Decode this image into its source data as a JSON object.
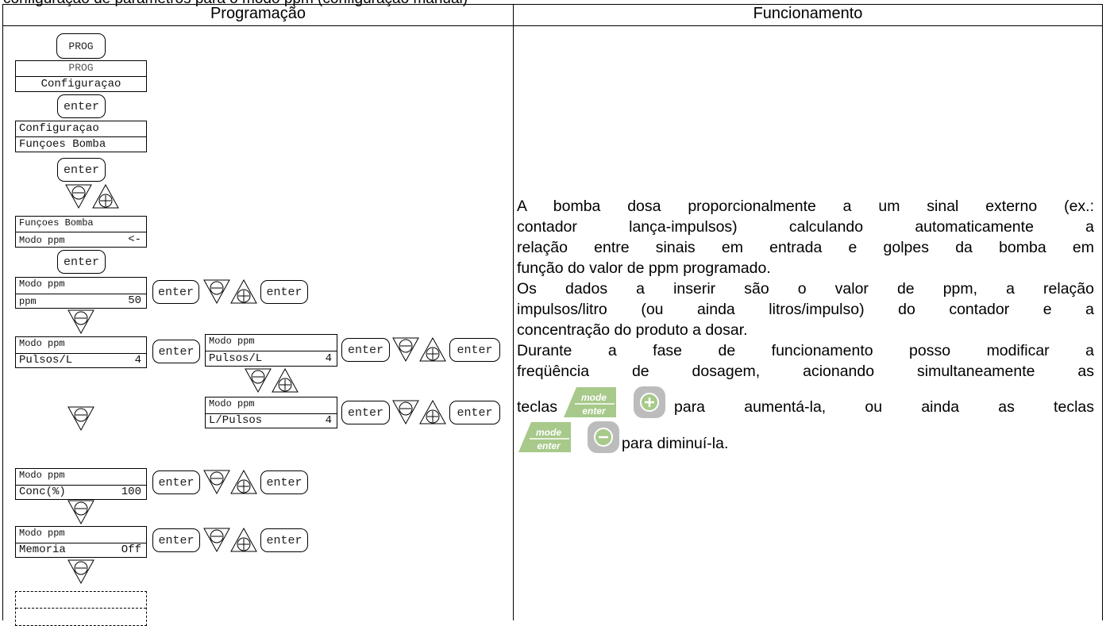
{
  "page": {
    "cut_text": "configuração de parâmetros para o modo ppm (configuração manual)"
  },
  "table": {
    "col_left_header": "Programação",
    "col_right_header": "Funcionamento"
  },
  "buttons": {
    "prog": "PROG",
    "enter": "enter"
  },
  "displays": {
    "d1": {
      "line1": "PROG",
      "line2": "Configuraçao"
    },
    "d2": {
      "line1": "Configuraçao",
      "line2": "Funçoes Bomba"
    },
    "d3": {
      "line1": "Funçoes Bomba",
      "line2": "Modo ppm",
      "value": "<-"
    },
    "d4": {
      "line1": "Modo ppm",
      "line2": "ppm",
      "value": "50"
    },
    "d5": {
      "line1": "Modo ppm",
      "line2": "Pulsos/L",
      "value": "4"
    },
    "d6": {
      "line1": "Modo ppm",
      "line2": "Pulsos/L",
      "value": "4"
    },
    "d7": {
      "line1": "Modo ppm",
      "line2": "L/Pulsos",
      "value": "4"
    },
    "d8": {
      "line1": "Modo ppm",
      "line2": "Conc(%)",
      "value": "100"
    },
    "d9": {
      "line1": "Modo ppm",
      "line2": "Memoria",
      "value": "Off"
    }
  },
  "description": {
    "lines": [
      "A bomba dosa proporcionalmente a um sinal externo (ex.:",
      "contador lança-impulsos) calculando automaticamente a",
      "relação entre sinais em entrada e golpes da bomba em",
      "função do valor de ppm programado.",
      "Os dados a inserir são o valor de ppm, a relação",
      "impulsos/litro (ou ainda litros/impulso) do contador e a",
      "concentração do produto a dosar.",
      "Durante a fase de funcionamento posso modificar a",
      "freqüência de dosagem, acionando simultaneamente as"
    ],
    "teclas": "teclas",
    "increase_text": "para aumentá-la, ou ainda as teclas",
    "decrease_text": "para diminuí-la.",
    "key_mode_top": "mode",
    "key_mode_bottom": "enter"
  },
  "colors": {
    "key_green": "#a7c98a",
    "key_gray": "#bcbcbc"
  },
  "icons": [
    "minus-triangle-icon",
    "plus-triangle-icon",
    "plus-key-icon",
    "minus-key-icon",
    "mode-enter-key-icon"
  ]
}
